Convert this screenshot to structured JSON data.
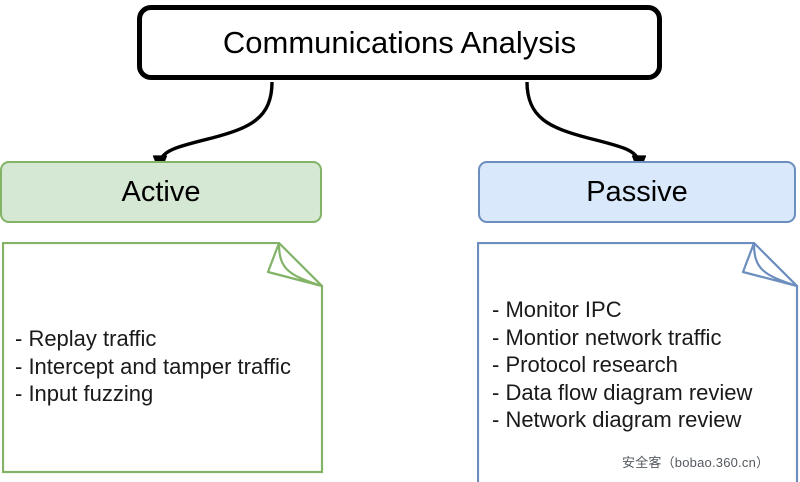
{
  "diagram": {
    "type": "tree-diagram",
    "title": "Communications Analysis",
    "root": {
      "label": "Communications Analysis",
      "border_color": "#000000",
      "fill_color": "#ffffff"
    },
    "branches": [
      {
        "key": "active",
        "label": "Active",
        "fill_color": "#d5e8d4",
        "border_color": "#82b366",
        "items": [
          "- Replay traffic",
          "- Intercept and tamper traffic",
          "- Input fuzzing"
        ]
      },
      {
        "key": "passive",
        "label": "Passive",
        "fill_color": "#dae8fc",
        "border_color": "#6c8ebf",
        "items": [
          "- Monitor IPC",
          "- Montior network traffic",
          "- Protocol research",
          "- Data flow diagram review",
          "- Network diagram review"
        ]
      }
    ],
    "connectors": [
      {
        "name": "root-to-active",
        "style": "curved-arrow",
        "color": "#000000"
      },
      {
        "name": "root-to-passive",
        "style": "curved-arrow",
        "color": "#000000"
      }
    ],
    "watermark": "安全客（bobao.360.cn）"
  }
}
